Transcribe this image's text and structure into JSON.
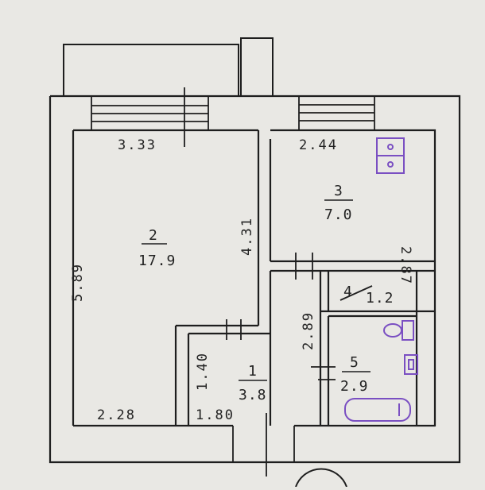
{
  "colors": {
    "paper": "#e9e8e4",
    "ink": "#1e1e1e",
    "fixture": "#7a4fc2"
  },
  "rooms": {
    "living": {
      "number": "2",
      "area": "17.9"
    },
    "kitchen": {
      "number": "3",
      "area": "7.0"
    },
    "hall": {
      "number": "1",
      "area": "3.8"
    },
    "closet": {
      "number": "4",
      "area": "1.2"
    },
    "bathroom": {
      "number": "5",
      "area": "2.9"
    }
  },
  "dimensions": {
    "living_top": "3.33",
    "kitchen_top": "2.44",
    "living_left": "5.89",
    "living_inner": "4.31",
    "kitchen_right": "2.87",
    "hall_right": "2.89",
    "hall_left": "1.40",
    "living_bottom": "2.28",
    "hall_bottom": "1.80"
  },
  "icons": [
    "stove-icon",
    "toilet-icon",
    "sink-icon",
    "bathtub-icon"
  ]
}
